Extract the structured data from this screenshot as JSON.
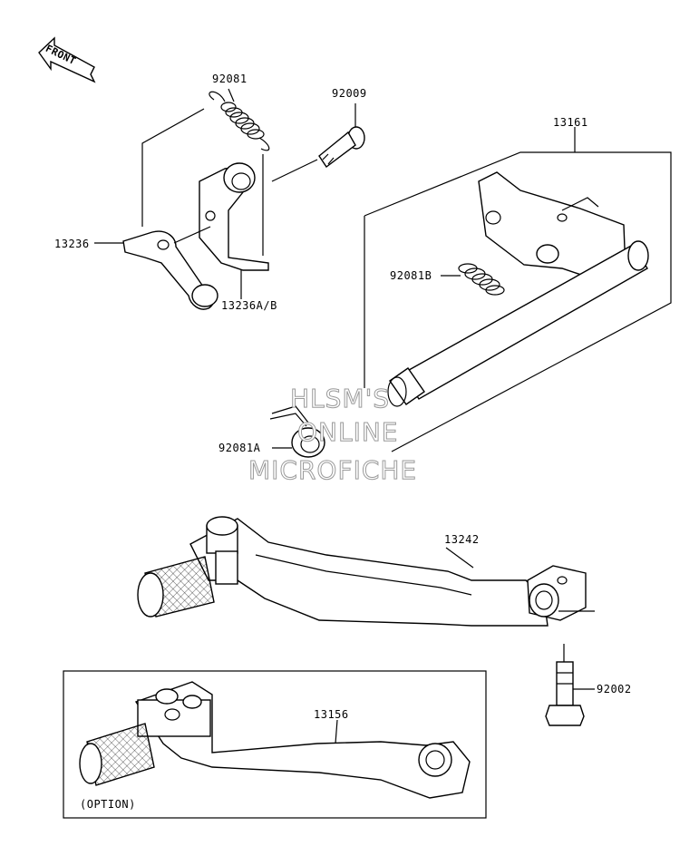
{
  "diagram": {
    "front_marker": "FRONT",
    "option_label": "(OPTION)",
    "parts": [
      {
        "id": "p92081",
        "number": "92081"
      },
      {
        "id": "p92009",
        "number": "92009"
      },
      {
        "id": "p13161",
        "number": "13161"
      },
      {
        "id": "p13236",
        "number": "13236"
      },
      {
        "id": "p13236ab",
        "number": "13236A/B"
      },
      {
        "id": "p92081b",
        "number": "92081B"
      },
      {
        "id": "p92081a",
        "number": "92081A"
      },
      {
        "id": "p13242",
        "number": "13242"
      },
      {
        "id": "p92002",
        "number": "92002"
      },
      {
        "id": "p13156",
        "number": "13156"
      }
    ],
    "watermark": [
      "HLSM'S",
      "ONLINE",
      "MICROFICHE"
    ]
  }
}
